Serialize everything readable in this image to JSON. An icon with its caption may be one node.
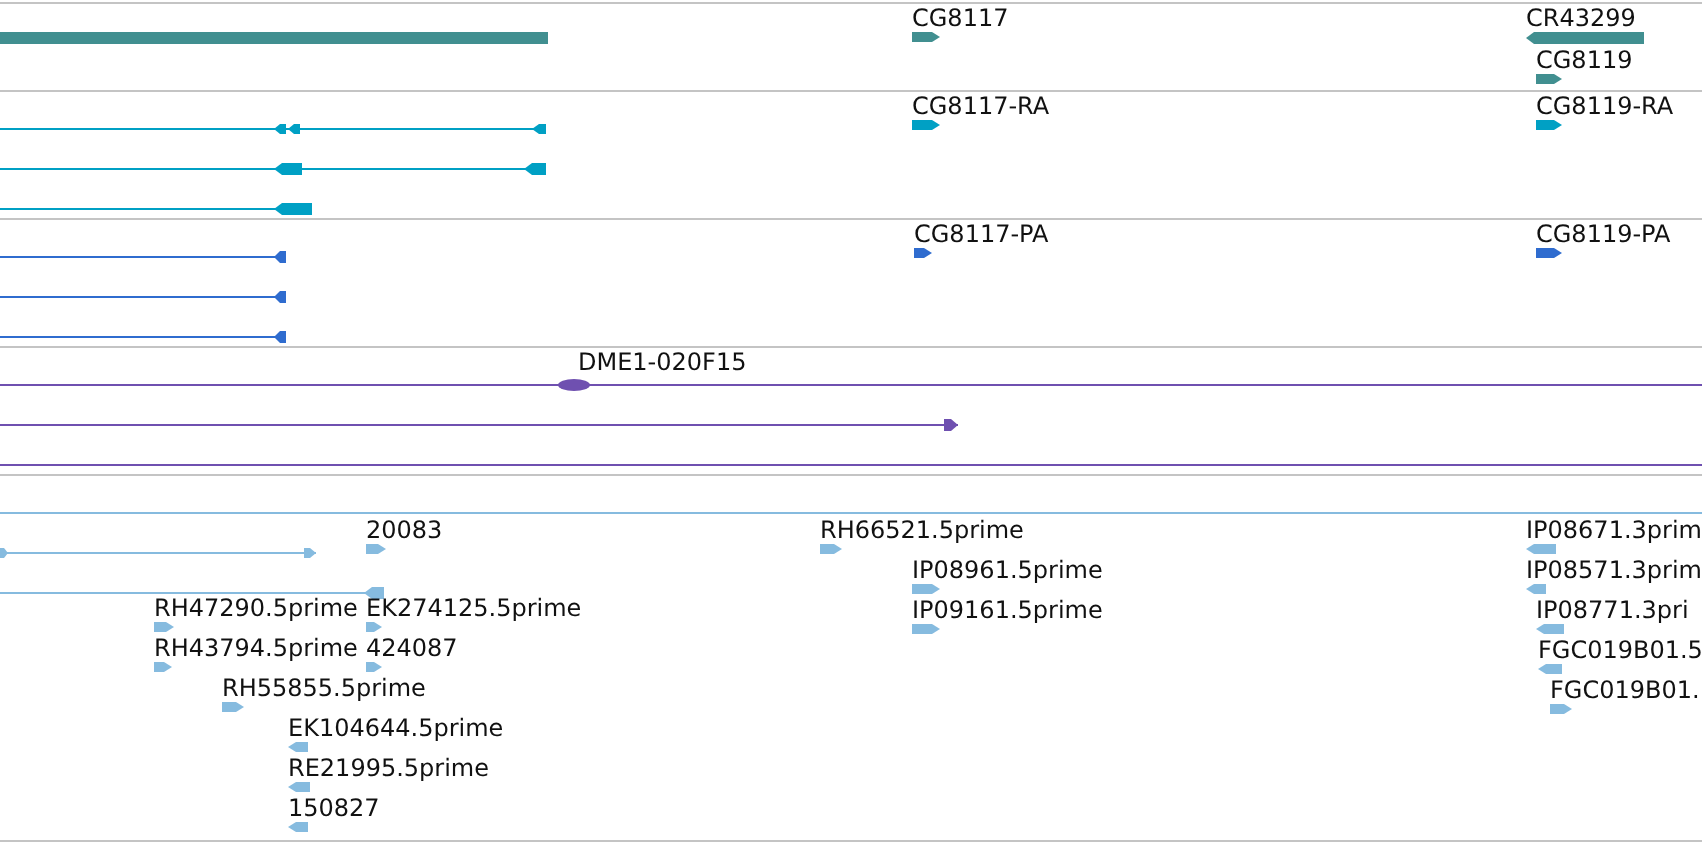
{
  "diagram": {
    "labels": [
      "CG8117",
      "CR43299",
      "CG8119",
      "CG8117-RA",
      "CG8119-RA",
      "CG8117-PA",
      "CG8119-PA",
      "DME1-020F15",
      "20083",
      "RH66521.5prime",
      "IP08671.3prim",
      "IP08961.5prime",
      "IP08571.3prim",
      "RH47290.5prime",
      "EK274125.5prime",
      "IP09161.5prime",
      "IP08771.3pri",
      "RH43794.5prime",
      "424087",
      "FGC019B01.5",
      "RH55855.5prime",
      "FGC019B01.",
      "EK104644.5prime",
      "RE21995.5prime",
      "150827"
    ]
  }
}
